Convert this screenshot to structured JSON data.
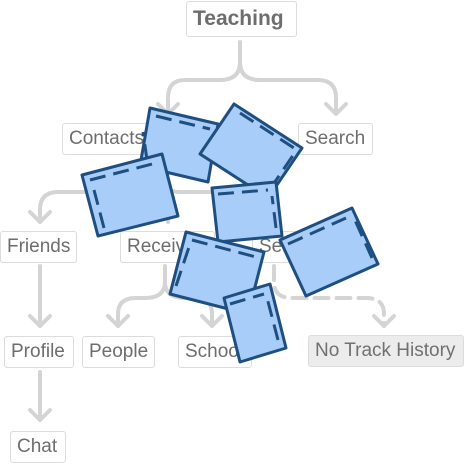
{
  "nodes": {
    "teaching": "Teaching",
    "contacts": "Contacts",
    "search": "Search",
    "friends": "Friends",
    "received": "Received",
    "sent": "Sent",
    "profile": "Profile",
    "people": "People",
    "school": "School",
    "no_track_history": "No Track History",
    "chat": "Chat"
  },
  "colors": {
    "wire": "#d4d4d4",
    "tile_fill": "#a8cdf8",
    "tile_stroke": "#1f4f80",
    "node_border": "#dcdcdc",
    "node_text": "#6d6d6d",
    "muted_bg": "#ececec"
  }
}
